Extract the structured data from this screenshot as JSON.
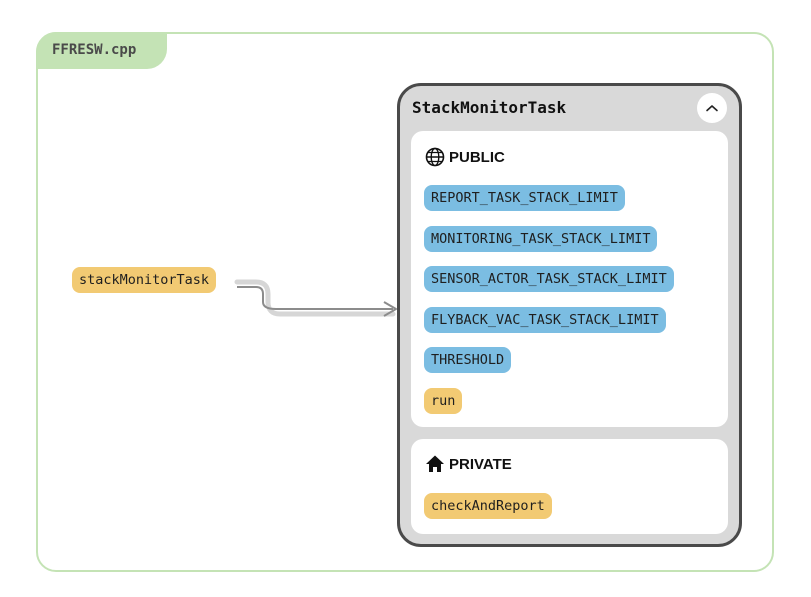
{
  "file": {
    "name": "FFRESW.cpp"
  },
  "external_node": {
    "label": "stackMonitorTask"
  },
  "class_card": {
    "title": "StackMonitorTask",
    "collapse_icon": "chevron-up-icon",
    "public": {
      "header": "PUBLIC",
      "icon": "globe-icon",
      "members": [
        "REPORT_TASK_STACK_LIMIT",
        "MONITORING_TASK_STACK_LIMIT",
        "SENSOR_ACTOR_TASK_STACK_LIMIT",
        "FLYBACK_VAC_TASK_STACK_LIMIT",
        "THRESHOLD",
        "run"
      ]
    },
    "private": {
      "header": "PRIVATE",
      "icon": "home-icon",
      "members": [
        "checkAndReport"
      ]
    }
  },
  "colors": {
    "file_border": "#c4e3b5",
    "variable_pill": "#7bbde2",
    "function_pill": "#f2ca73",
    "card_border": "#4a4a4a",
    "card_bg": "#d9d9d9"
  }
}
